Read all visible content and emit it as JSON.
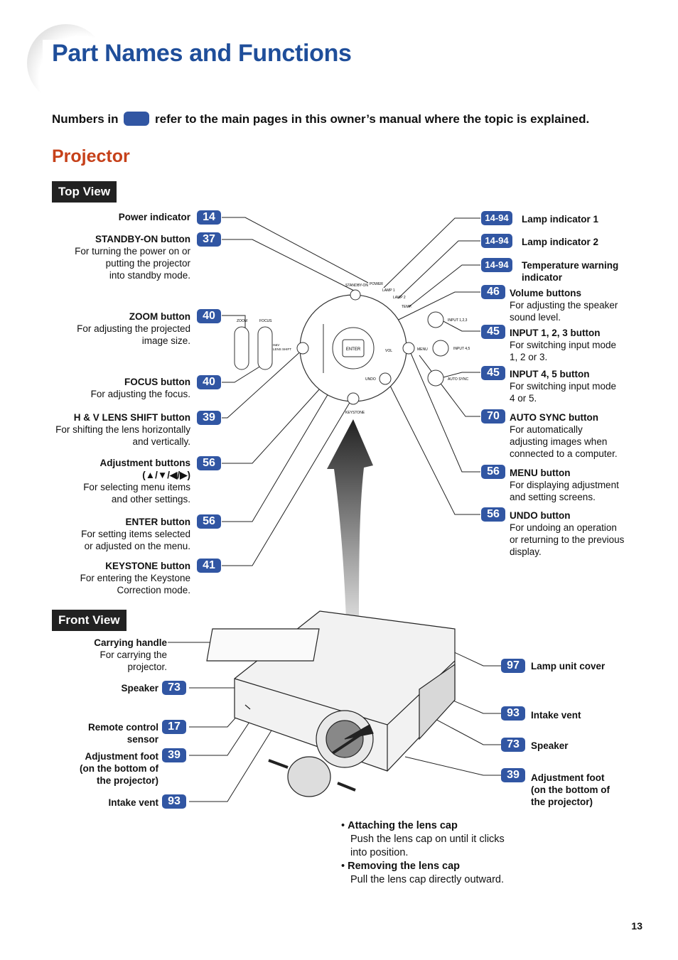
{
  "page": {
    "title": "Part Names and Functions",
    "intro_before": "Numbers in",
    "intro_after": "refer to the main pages in this owner’s manual where the topic is explained.",
    "section": "Projector",
    "page_number": "13",
    "accent_color": "#3156a3",
    "title_color": "#1f4e9a",
    "section_color": "#c6411a"
  },
  "top_view": {
    "heading": "Top View",
    "left": [
      {
        "page": "14",
        "name": "Power indicator",
        "desc": []
      },
      {
        "page": "37",
        "name": "STANDBY-ON button",
        "desc": [
          "For turning the power on or",
          "putting the projector",
          "into standby mode."
        ]
      },
      {
        "page": "40",
        "name": "ZOOM button",
        "desc": [
          "For adjusting the projected",
          "image size."
        ]
      },
      {
        "page": "40",
        "name": "FOCUS button",
        "desc": [
          "For adjusting the focus."
        ]
      },
      {
        "page": "39",
        "name": "H & V LENS SHIFT button",
        "desc": [
          "For shifting the lens horizontally",
          "and vertically."
        ]
      },
      {
        "page": "56",
        "name": "Adjustment buttons",
        "name2": "(▲/▼/◀/▶)",
        "desc": [
          "For selecting menu items",
          "and other settings."
        ]
      },
      {
        "page": "56",
        "name": "ENTER button",
        "desc": [
          "For setting items selected",
          "or adjusted on the menu."
        ]
      },
      {
        "page": "41",
        "name": "KEYSTONE button",
        "desc": [
          "For entering the Keystone",
          "Correction mode."
        ]
      }
    ],
    "right": [
      {
        "page": "14-94",
        "name": "Lamp indicator 1",
        "desc": []
      },
      {
        "page": "14-94",
        "name": "Lamp indicator 2",
        "desc": []
      },
      {
        "page": "14-94",
        "name": "Temperature warning",
        "name2": "indicator",
        "desc": []
      },
      {
        "page": "46",
        "name": "Volume buttons",
        "desc": [
          "For adjusting the speaker",
          "sound level."
        ]
      },
      {
        "page": "45",
        "name": "INPUT 1, 2, 3 button",
        "desc": [
          "For switching input mode",
          "1, 2 or 3."
        ]
      },
      {
        "page": "45",
        "name": "INPUT 4, 5 button",
        "desc": [
          "For switching input mode",
          "4 or 5."
        ]
      },
      {
        "page": "70",
        "name": "AUTO SYNC button",
        "desc": [
          "For automatically",
          "adjusting images when",
          "connected to a computer."
        ]
      },
      {
        "page": "56",
        "name": "MENU button",
        "desc": [
          "For displaying adjustment",
          "and setting screens."
        ]
      },
      {
        "page": "56",
        "name": "UNDO button",
        "desc": [
          "For undoing an operation",
          "or returning to the previous",
          "display."
        ]
      }
    ],
    "panel_labels": {
      "standby": "STANDBY-ON",
      "power": "POWER",
      "lamp1": "LAMP 1",
      "lamp2": "LAMP 2",
      "temp": "TEMP.",
      "zoom": "ZOOM",
      "focus": "FOCUS",
      "hv": "H&V",
      "lens_shift": "LENS SHIFT",
      "enter": "ENTER",
      "vol": "VOL",
      "menu": "MENU",
      "undo": "UNDO",
      "keystone": "KEYSTONE",
      "input123": "INPUT 1,2,3",
      "input45": "INPUT 4,5",
      "autosync": "AUTO SYNC"
    }
  },
  "front_view": {
    "heading": "Front View",
    "left": [
      {
        "page": "",
        "name": "Carrying handle",
        "desc": [
          "For carrying the",
          "projector."
        ]
      },
      {
        "page": "73",
        "name": "Speaker",
        "desc": []
      },
      {
        "page": "17",
        "name": "Remote control",
        "name2": "sensor",
        "desc": []
      },
      {
        "page": "39",
        "name": "Adjustment foot",
        "name2": "(on the bottom of",
        "name3": "the projector)",
        "desc": []
      },
      {
        "page": "93",
        "name": "Intake vent",
        "desc": []
      }
    ],
    "right": [
      {
        "page": "97",
        "name": "Lamp unit cover"
      },
      {
        "page": "93",
        "name": "Intake vent"
      },
      {
        "page": "73",
        "name": "Speaker"
      },
      {
        "page": "39",
        "name": "Adjustment foot",
        "name2": "(on the bottom of",
        "name3": "the projector)"
      }
    ]
  },
  "lens_cap": {
    "attach_title": "Attaching the lens cap",
    "attach_text": [
      "Push the lens cap on until it clicks",
      "into position."
    ],
    "remove_title": "Removing the lens cap",
    "remove_text": "Pull the lens cap directly outward.",
    "bullet": "•"
  }
}
